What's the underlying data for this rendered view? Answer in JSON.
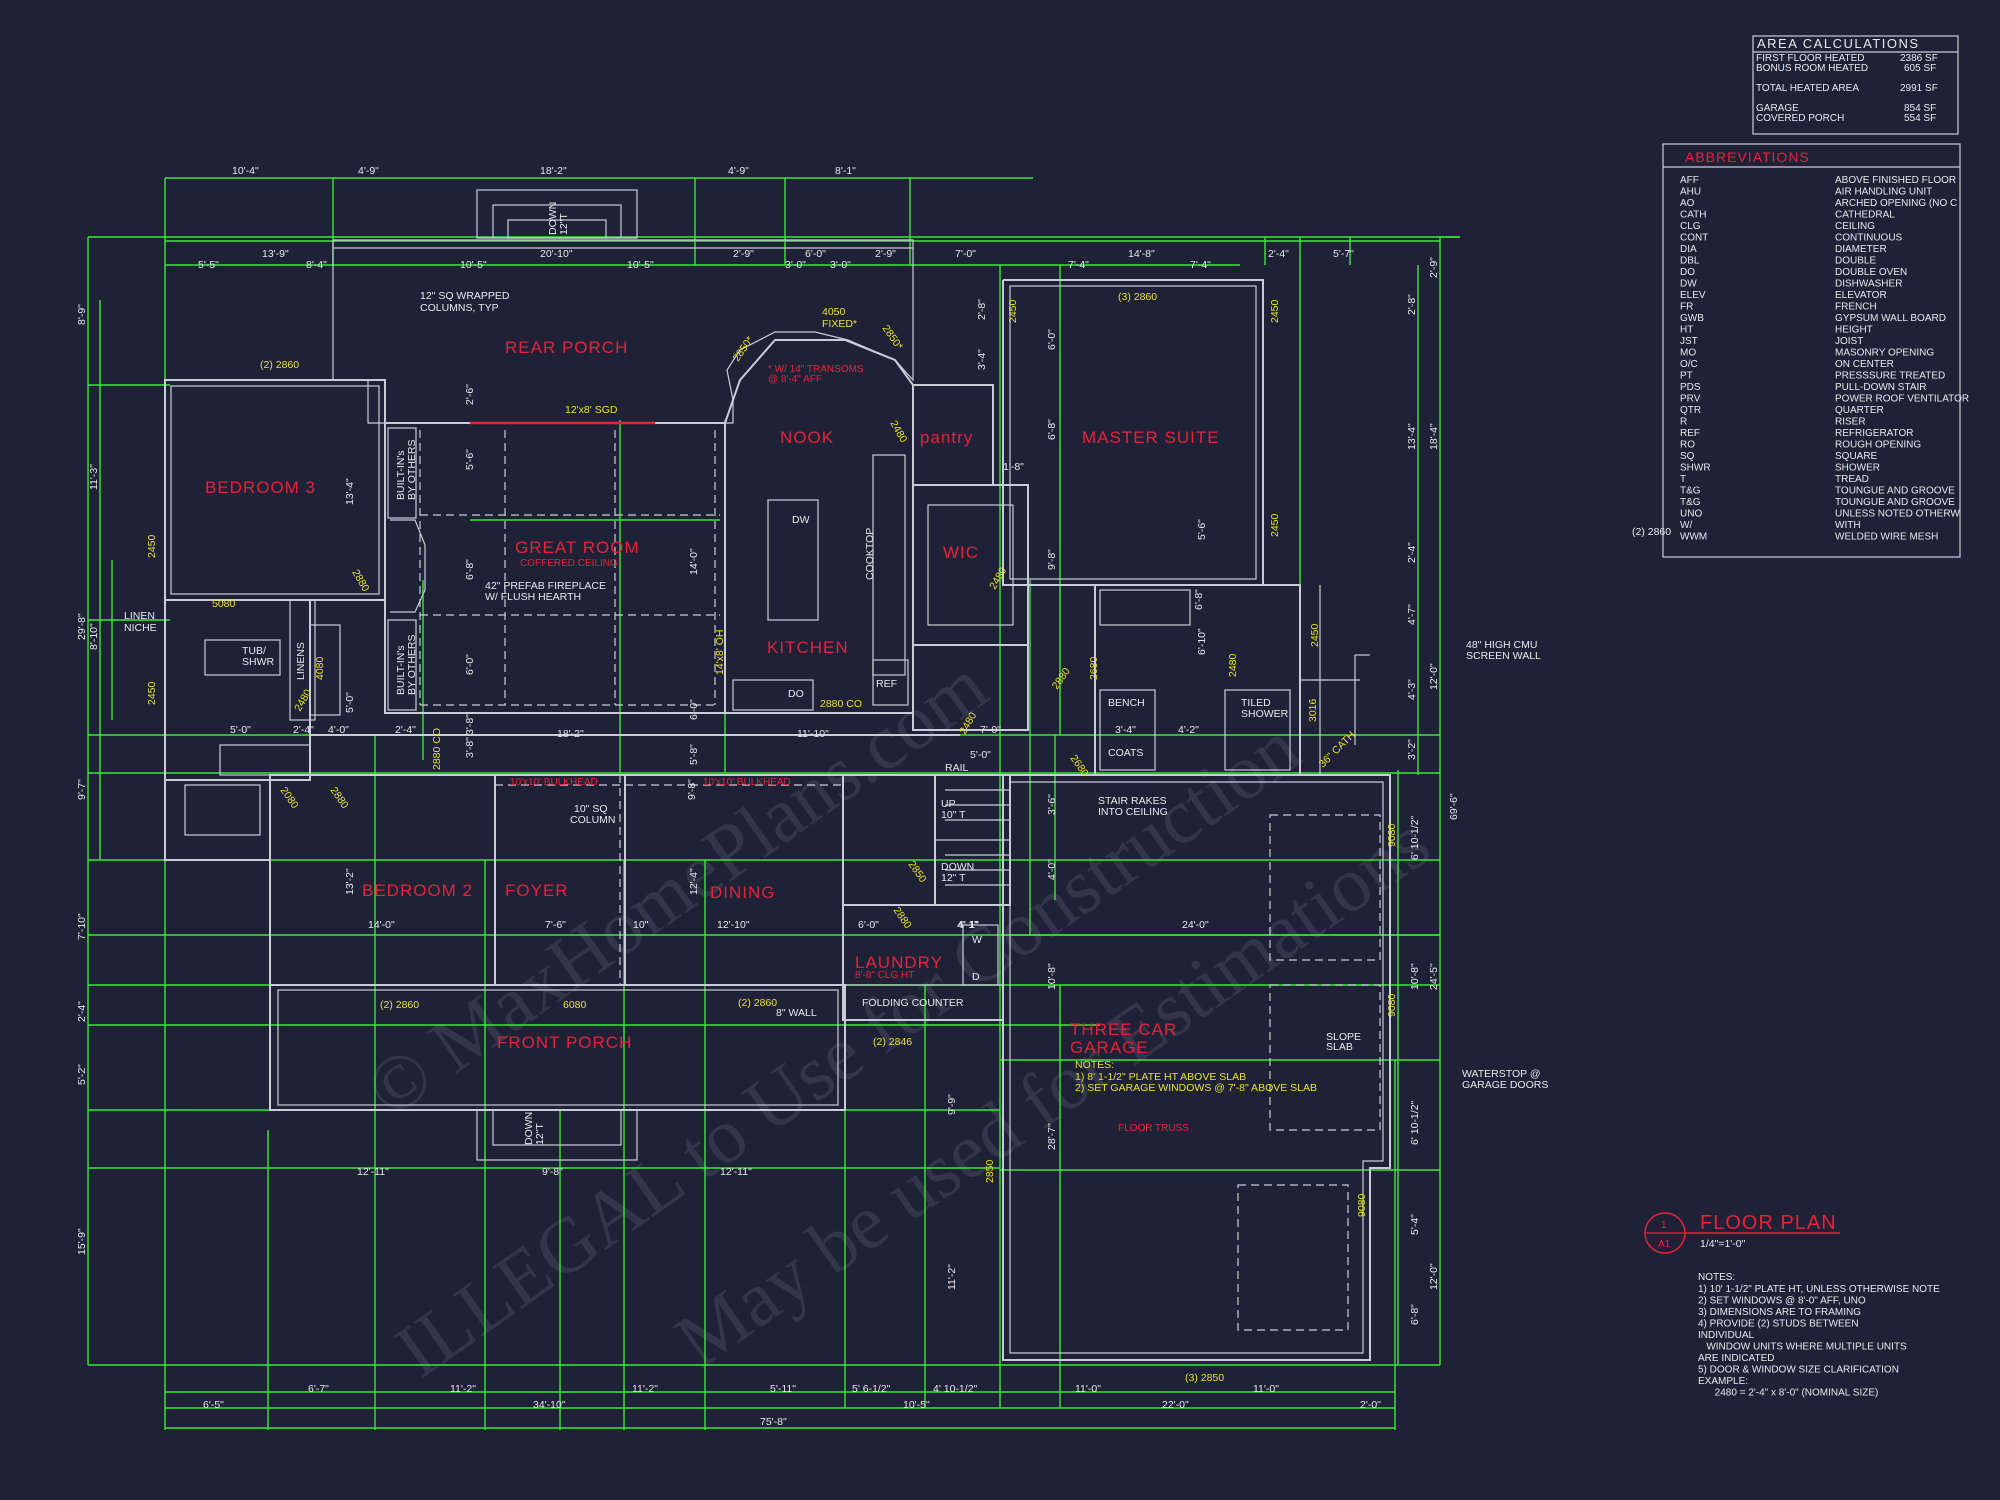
{
  "area_calculations": {
    "title": "AREA CALCULATIONS",
    "rows": [
      {
        "label": "FIRST FLOOR HEATED",
        "value": "2386 SF"
      },
      {
        "label": "BONUS ROOM HEATED",
        "value": "605 SF"
      },
      {
        "label": "TOTAL HEATED AREA",
        "value": "2991 SF"
      },
      {
        "label": "GARAGE",
        "value": "854 SF"
      },
      {
        "label": "COVERED PORCH",
        "value": "554 SF"
      }
    ]
  },
  "abbreviations": {
    "title": "ABBREVIATIONS",
    "rows": [
      {
        "abbr": "AFF",
        "meaning": "ABOVE FINISHED FLOOR"
      },
      {
        "abbr": "AHU",
        "meaning": "AIR HANDLING UNIT"
      },
      {
        "abbr": "AO",
        "meaning": "ARCHED OPENING (NO C"
      },
      {
        "abbr": "CATH",
        "meaning": "CATHEDRAL"
      },
      {
        "abbr": "CLG",
        "meaning": "CEILING"
      },
      {
        "abbr": "CONT",
        "meaning": "CONTINUOUS"
      },
      {
        "abbr": "DIA",
        "meaning": "DIAMETER"
      },
      {
        "abbr": "DBL",
        "meaning": "DOUBLE"
      },
      {
        "abbr": "DO",
        "meaning": "DOUBLE OVEN"
      },
      {
        "abbr": "DW",
        "meaning": "DISHWASHER"
      },
      {
        "abbr": "ELEV",
        "meaning": "ELEVATOR"
      },
      {
        "abbr": "FR",
        "meaning": "FRENCH"
      },
      {
        "abbr": "GWB",
        "meaning": "GYPSUM WALL BOARD"
      },
      {
        "abbr": "HT",
        "meaning": "HEIGHT"
      },
      {
        "abbr": "JST",
        "meaning": "JOIST"
      },
      {
        "abbr": "MO",
        "meaning": "MASONRY OPENING"
      },
      {
        "abbr": "O/C",
        "meaning": "ON CENTER"
      },
      {
        "abbr": "PT",
        "meaning": "PRESSSURE TREATED"
      },
      {
        "abbr": "PDS",
        "meaning": "PULL-DOWN STAIR"
      },
      {
        "abbr": "PRV",
        "meaning": "POWER ROOF VENTILATOR"
      },
      {
        "abbr": "QTR",
        "meaning": "QUARTER"
      },
      {
        "abbr": "R",
        "meaning": "RISER"
      },
      {
        "abbr": "REF",
        "meaning": "REFRIGERATOR"
      },
      {
        "abbr": "RO",
        "meaning": "ROUGH OPENING"
      },
      {
        "abbr": "SQ",
        "meaning": "SQUARE"
      },
      {
        "abbr": "SHWR",
        "meaning": "SHOWER"
      },
      {
        "abbr": "T",
        "meaning": "TREAD"
      },
      {
        "abbr": "T&G",
        "meaning": "TOUNGUE AND GROOVE"
      },
      {
        "abbr": "T&G",
        "meaning": "TOUNGUE AND GROOVE"
      },
      {
        "abbr": "UNO",
        "meaning": "UNLESS NOTED OTHERW"
      },
      {
        "abbr": "W/",
        "meaning": "WITH"
      },
      {
        "abbr": "WWM",
        "meaning": "WELDED WIRE MESH"
      }
    ]
  },
  "title_block": {
    "number": "1",
    "sheet": "A1",
    "title": "FLOOR PLAN",
    "scale": "1/4\"=1'-0\""
  },
  "notes": {
    "heading": "NOTES:",
    "lines": [
      "1) 10' 1-1/2\" PLATE HT, UNLESS OTHERWISE NOTE",
      "2) SET WINDOWS @ 8'-0\" AFF, UNO",
      "3) DIMENSIONS ARE TO FRAMING",
      "4) PROVIDE (2) STUDS BETWEEN",
      "INDIVIDUAL",
      "   WINDOW UNITS WHERE MULTIPLE UNITS",
      "ARE INDICATED",
      "5) DOOR & WINDOW SIZE CLARIFICATION",
      "EXAMPLE:",
      "      2480 = 2'-4\" x 8'-0\" (NOMINAL SIZE)"
    ]
  },
  "garage_notes": {
    "heading": "NOTES:",
    "lines": [
      "1) 8' 1-1/2\" PLATE HT ABOVE SLAB",
      "2) SET GARAGE WINDOWS @ 7'-8\" ABOVE SLAB"
    ]
  },
  "rooms": {
    "rear_porch": "REAR PORCH",
    "bedroom3": "BEDROOM 3",
    "great_room": "GREAT ROOM",
    "great_room_sub": "COFFERED CEILING",
    "nook": "NOOK",
    "pantry": "pantry",
    "master_suite": "MASTER SUITE",
    "wic": "WIC",
    "kitchen": "KITCHEN",
    "bedroom2": "BEDROOM 2",
    "foyer": "FOYER",
    "dining": "DINING",
    "laundry": "LAUNDRY",
    "laundry_sub": "8'-8\" CLG HT",
    "front_porch": "FRONT PORCH",
    "garage1": "THREE CAR",
    "garage2": "GARAGE",
    "floor_truss": "FLOOR TRUSS",
    "bulkhead1": "10'x10' BULKHEAD",
    "bulkhead2": "10'x10' BULKHEAD",
    "transoms1": "* W/ 14\" TRANSOMS",
    "transoms2": "@ 8'-4\" AFF"
  },
  "labels": {
    "sq_columns1": "12\" SQ WRAPPED",
    "sq_columns2": "COLUMNS, TYP",
    "fireplace1": "42\" PREFAB FIREPLACE",
    "fireplace2": "W/ FLUSH HEARTH",
    "linen1": "LINEN",
    "linen2": "NICHE",
    "tub1": "TUB/",
    "tub2": "SHWR",
    "linens": "LINENS",
    "builtins1a": "BUILT-IN's",
    "builtins1b": "BY OTHERS",
    "column10a": "10\" SQ",
    "column10b": "COLUMN",
    "stair1": "STAIR RAKES",
    "stair2": "INTO CEILING",
    "cmu1": "48\" HIGH CMU",
    "cmu2": "SCREEN WALL",
    "waterstop1": "WATERSTOP @",
    "waterstop2": "GARAGE DOORS",
    "wall8": "8\" WALL",
    "folding": "FOLDING COUNTER",
    "bench": "BENCH",
    "coats": "COATS",
    "tiled1": "TILED",
    "tiled2": "SHOWER",
    "slope1": "SLOPE",
    "slope2": "SLAB",
    "rail": "RAIL",
    "up": "UP",
    "up_count": "10\" T",
    "down": "DOWN",
    "down_count": "12\" T",
    "dw": "DW",
    "do": "DO",
    "ref": "REF",
    "cooktop": "COOKTOP",
    "w": "W",
    "d": "D",
    "down_rear": "DOWN",
    "down_rear_n": "12\"T",
    "down_front": "DOWN",
    "down_front_n": "12\"T"
  },
  "yellow": {
    "w2860_bed3": "(2) 2860",
    "w2450_bed3": "2450",
    "w5080": "5080",
    "w2450_bath": "2450",
    "w2880_bed3": "2880",
    "sgd": "12'x8' SGD",
    "w4050": "4050",
    "w4050b": "FIXED*",
    "w2850a": "2850*",
    "w2850b": "2850*",
    "w2480_pantry": "2480",
    "w3_2860": "(3) 2860",
    "w2450_m1": "2450",
    "w2450_m2": "2450",
    "w2450_m3": "2450",
    "w2480_wic": "2480",
    "w2480_bath": "2480",
    "w2680": "2680",
    "w2480_tiled": "2480",
    "w3016": "3016",
    "w36cath": "36\" CATH",
    "w2480_lin": "4080",
    "w2480b": "2480",
    "w2880co": "2880 CO",
    "w2880co_b": "2880 CO",
    "w2480_hall": "2480",
    "w2880_m": "2880",
    "w2680b": "2680",
    "w2080": "2080",
    "w2880_b2": "2880",
    "w14x8": "14'x8' OH",
    "w2860_b2": "(2) 2860",
    "w6080": "6080",
    "w2860_d": "(2) 2860",
    "w2850_l": "2850",
    "w2880_l": "2880",
    "w2846": "(2) 2846",
    "w9080a": "9080",
    "w9080b": "9080",
    "w9080c": "9080",
    "w2850_g": "2850",
    "w3_2850": "(3) 2850",
    "w2860_r": "(2) 2860"
  },
  "dims_top": {
    "row1": [
      "10'-4\"",
      "4'-9\"",
      "18'-2\"",
      "4'-9\"",
      "8'-1\""
    ],
    "row2": [
      "13'-9\"",
      "20'-10\"",
      "2'-9\"",
      "6'-0\"",
      "2'-9\"",
      "7'-0\"",
      "14'-8\"",
      "2'-4\"",
      "5'-7\""
    ],
    "row3": [
      "5'-5\"",
      "8'-4\"",
      "10'-5\"",
      "10'-5\"",
      "3'-0\"",
      "3'-0\"",
      "7'-4\"",
      "7'-4\""
    ]
  },
  "dims_bottom": {
    "row1": [
      "6'-7\"",
      "11'-2\"",
      "11'-2\"",
      "5'-11\"",
      "5' 6-1/2\"",
      "4' 10-1/2\"",
      "11'-0\"",
      "11'-0\""
    ],
    "row2": [
      "6'-5\"",
      "34'-10\"",
      "10'-5\"",
      "22'-0\"",
      "2'-0\""
    ],
    "row3": [
      "75'-8\""
    ]
  },
  "dims_left": [
    "8'-9\"",
    "11'-3\"",
    "29'-8\"",
    "8'-10\"",
    "9'-7\"",
    "7'-10\"",
    "2'-4\"",
    "5'-2\"",
    "15'-9\""
  ],
  "dims_right": [
    "2'-9\"",
    "2'-8\"",
    "13'-4\"",
    "18'-4\"",
    "2'-4\"",
    "4'-7\"",
    "12'-0\"",
    "4'-3\"",
    "3'-2\"",
    "69'-6\"",
    "6' 10-1/2\"",
    "10'-8\"",
    "24'-5\"",
    "6' 10-1/2\"",
    "5'-4\"",
    "12'-0\"",
    "6'-8\""
  ],
  "dims_interior": {
    "i1": "18'-2\"",
    "i2": "11'-10\"",
    "i3": "14'-0\"",
    "i4": "7'-6\"",
    "i5": "12'-10\"",
    "i6": "24'-0\"",
    "i7": "6'-0\"",
    "i8": "4'-1\"",
    "i9": "12'-11\"",
    "i10": "9'-8\"",
    "i11": "12'-11\"",
    "i12": "5'-0\"",
    "i13": "7'-0\"",
    "i14": "5'-0\"",
    "i15": "3'-4\"",
    "i16": "4'-2\"",
    "i17": "6'-10\"",
    "i18": "9'-9\"",
    "i19": "11'-2\"",
    "i20": "28'-7\"",
    "i21": "14'-0\"",
    "i22": "13'-4\"",
    "i23": "6'-8\"",
    "i24": "9'-8\"",
    "i25": "12'-4\"",
    "i26": "13'-2\"",
    "i27": "6'-0\"",
    "i28": "5'-6\"",
    "i29": "3'-8\"",
    "i30": "4'-0\"",
    "i31": "2'-4\"",
    "i32": "2'-4\"",
    "i33": "5'-0\"",
    "i34": "6'-0\"",
    "i35": "2'-6\"",
    "i36": "5'-6\"",
    "i37": "6'-8\"",
    "i38": "2'-8\"",
    "i39": "3'-4\"",
    "i40": "6'-0\"",
    "i41": "6'-8\"",
    "i42": "9'-8\"",
    "i43": "3'-6\"",
    "i44": "4'-0\"",
    "i45": "5'-8\"",
    "i46": "3'-8\"",
    "i47": "1'-8\"",
    "i48": "4'-1\"",
    "i49": "10'-8\"",
    "i50": "10\""
  },
  "watermark": {
    "line1": "© MaxHomePlans.com",
    "line2": "ILLEGAL to Use for Construction",
    "line3": "May be used for Estimations"
  }
}
